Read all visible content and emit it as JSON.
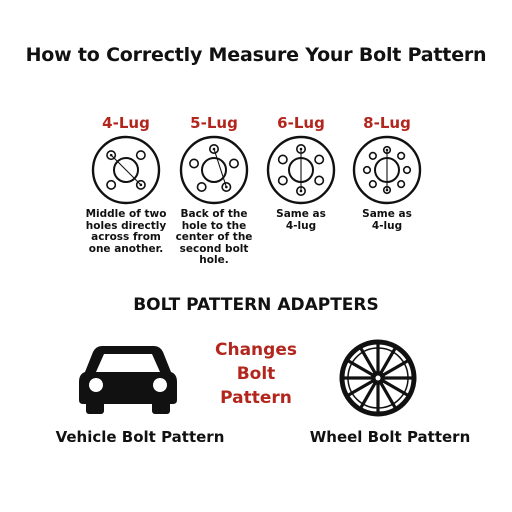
{
  "title": "How to Correctly Measure Your Bolt Pattern",
  "lugs": [
    {
      "label": "4-Lug",
      "holes": 4,
      "caption": [
        "Middle of two",
        "holes directly",
        "across from",
        "one another."
      ]
    },
    {
      "label": "5-Lug",
      "holes": 5,
      "caption": [
        "Back of the",
        "hole to the",
        "center of the",
        "second bolt",
        "hole."
      ]
    },
    {
      "label": "6-Lug",
      "holes": 6,
      "caption": [
        "Same as",
        "4-lug"
      ]
    },
    {
      "label": "8-Lug",
      "holes": 8,
      "caption": [
        "Same as",
        "4-lug"
      ]
    }
  ],
  "adapters": {
    "heading": "BOLT PATTERN ADAPTERS",
    "changes_lines": [
      "Changes",
      "Bolt",
      "Pattern"
    ],
    "vehicle_label": "Vehicle Bolt Pattern",
    "wheel_label": "Wheel Bolt Pattern"
  },
  "colors": {
    "accent": "#b3261e",
    "ink": "#111111"
  }
}
